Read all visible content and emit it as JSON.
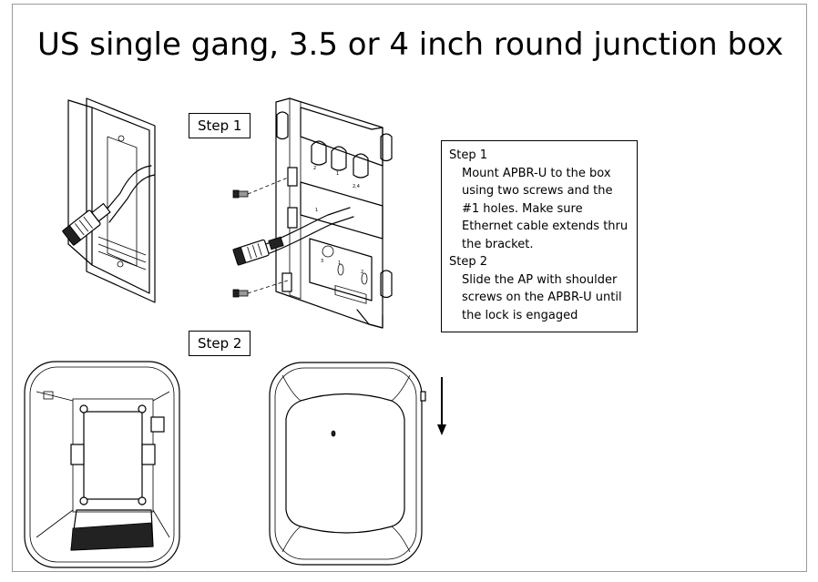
{
  "title": "US single gang, 3.5 or 4 inch round junction box",
  "step1_label": "Step 1",
  "step2_label": "Step 2",
  "instructions": {
    "step1_heading": "Step 1",
    "step1_text": "Mount APBR-U to the box using two screws and the #1 holes. Make sure Ethernet cable extends thru the bracket.",
    "step2_heading": "Step 2",
    "step2_text": "Slide the AP with shoulder screws on the APBR-U until the lock is engaged"
  },
  "bracket_hole_labels": [
    "2",
    "1",
    "2,4",
    "1",
    "3",
    "1",
    "2"
  ],
  "icons": {
    "junction_box": "junction-box-illustration",
    "bracket": "mounting-bracket-illustration",
    "ap_back": "access-point-back-view",
    "ap_front": "access-point-front-view",
    "arrow": "slide-down-arrow"
  }
}
